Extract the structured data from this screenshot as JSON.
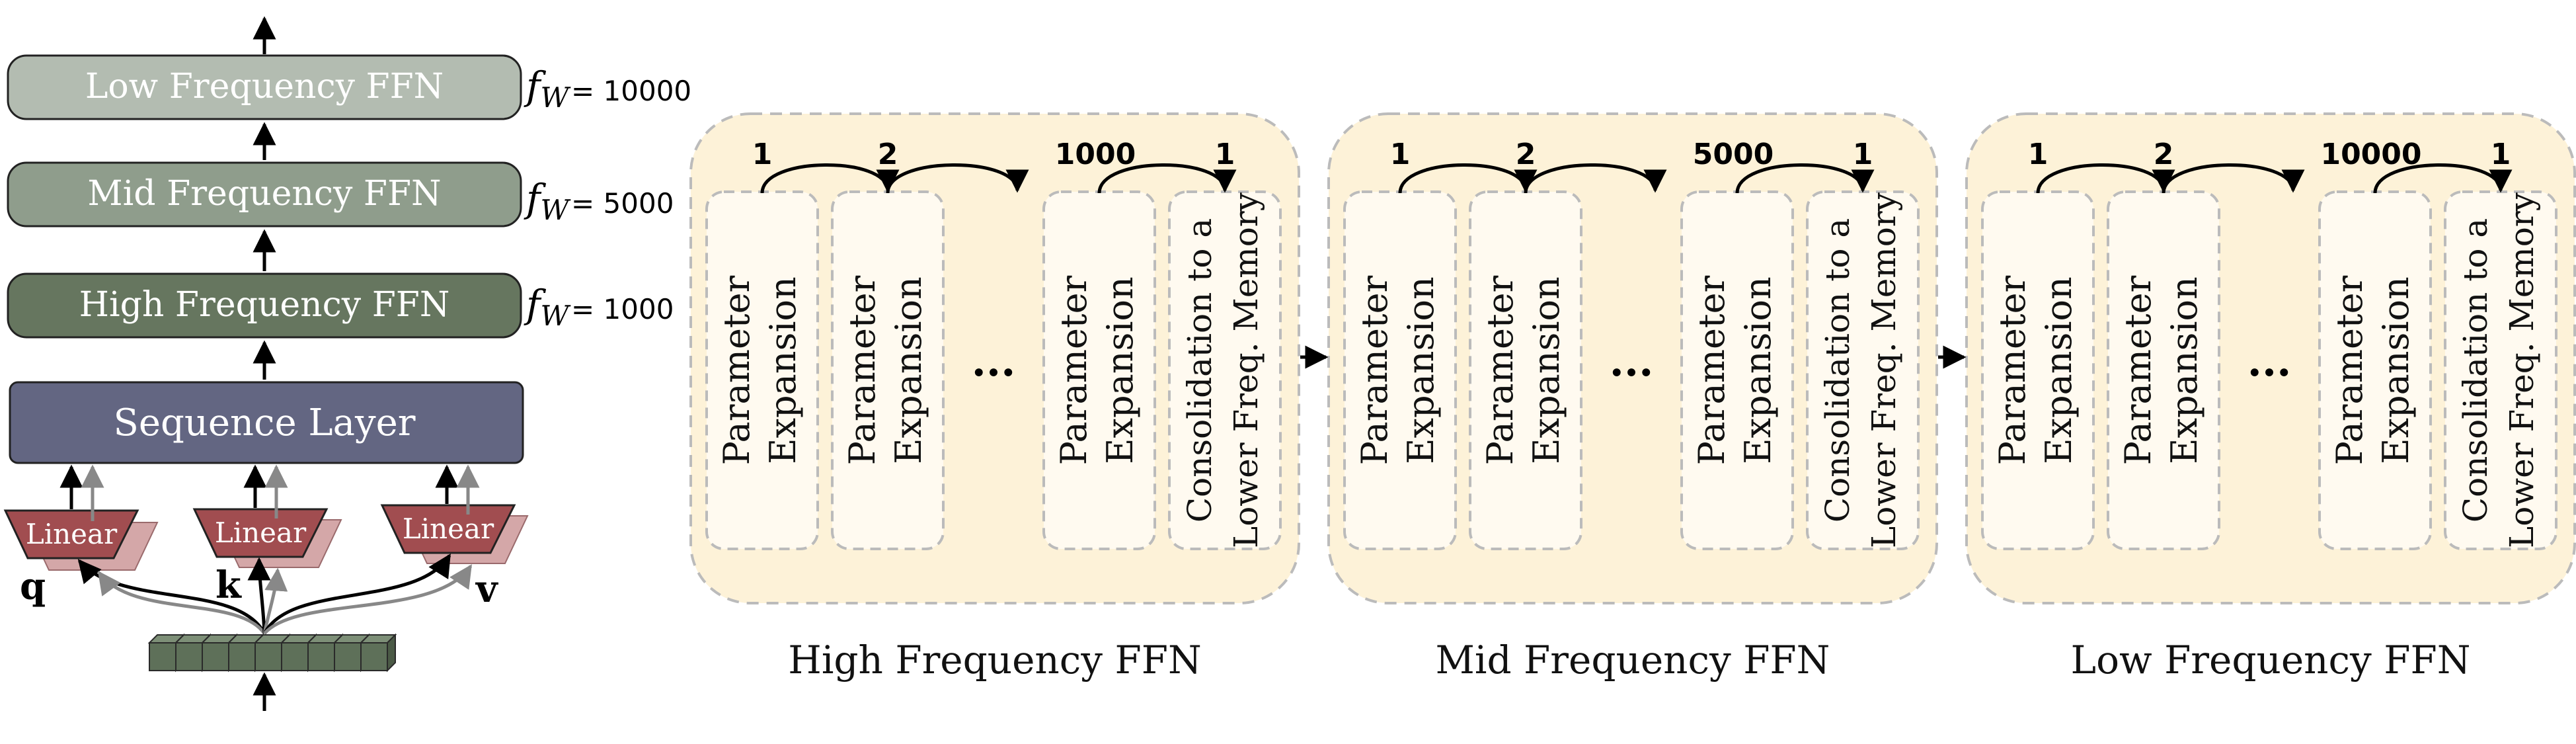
{
  "stack": {
    "low_ffn": "Low Frequency FFN",
    "mid_ffn": "Mid Frequency FFN",
    "high_ffn": "High Frequency FFN",
    "sequence_layer": "Sequence Layer",
    "linear": "Linear",
    "q": "q",
    "k": "k",
    "v": "v",
    "freq_symbol": "f",
    "freq_subscript": "W",
    "low_freq_value": "= 10000",
    "mid_freq_value": "= 5000",
    "high_freq_value": "= 1000"
  },
  "panels": [
    {
      "caption": "High Frequency FFN",
      "step_labels": [
        "1",
        "2",
        "1000",
        "1"
      ],
      "ellipsis": "...",
      "blocks": [
        "Parameter",
        "Expansion"
      ],
      "consolidation": [
        "Consolidation to a",
        "Lower Freq. Memory"
      ]
    },
    {
      "caption": "Mid Frequency FFN",
      "step_labels": [
        "1",
        "2",
        "5000",
        "1"
      ],
      "ellipsis": "...",
      "blocks": [
        "Parameter",
        "Expansion"
      ],
      "consolidation": [
        "Consolidation to a",
        "Lower Freq. Memory"
      ]
    },
    {
      "caption": "Low Frequency FFN",
      "step_labels": [
        "1",
        "2",
        "10000",
        "1"
      ],
      "ellipsis": "...",
      "blocks": [
        "Parameter",
        "Expansion"
      ],
      "consolidation": [
        "Consolidation to a",
        "Lower Freq. Memory"
      ]
    }
  ],
  "colors": {
    "low_ffn": "#b3bcb1",
    "mid_ffn": "#8f9d8c",
    "high_ffn": "#66765f",
    "sequence_layer": "#636682",
    "linear": "#a14d50",
    "linear_shadow": "#d4a7a8",
    "token": "#5e7059",
    "panel_fill": "#fdf2d8",
    "block_fill": "#fffaf0"
  }
}
